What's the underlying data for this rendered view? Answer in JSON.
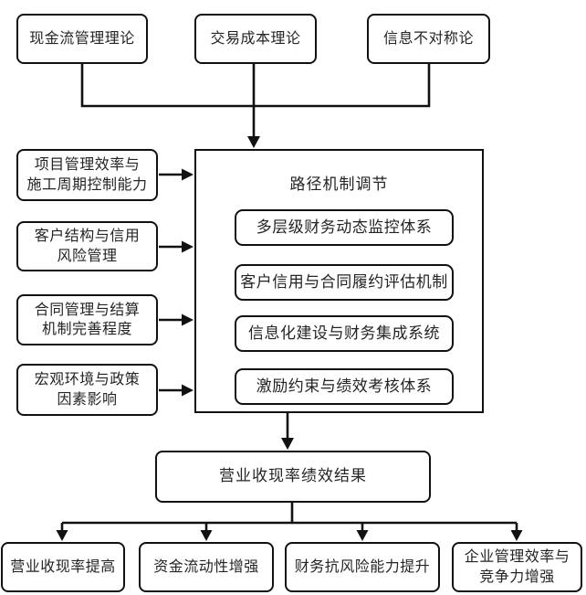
{
  "diagram": {
    "colors": {
      "line": "#111111",
      "text": "#242424",
      "background": "#ffffff"
    },
    "top_theories": [
      {
        "lines": [
          "现金流管理理论"
        ]
      },
      {
        "lines": [
          "交易成本理论"
        ]
      },
      {
        "lines": [
          "信息不对称论"
        ]
      }
    ],
    "left_factors": [
      {
        "lines": [
          "项目管理效率与",
          "施工周期控制能力"
        ]
      },
      {
        "lines": [
          "客户结构与信用",
          "风险管理"
        ]
      },
      {
        "lines": [
          "合同管理与结算",
          "机制完善程度"
        ]
      },
      {
        "lines": [
          "宏观环境与政策",
          "因素影响"
        ]
      }
    ],
    "mechanism": {
      "title": "路径机制调节",
      "items": [
        {
          "label": "多层级财务动态监控体系"
        },
        {
          "label": "客户信用与合同履约评估机制"
        },
        {
          "label": "信息化建设与财务集成系统"
        },
        {
          "label": "激励约束与绩效考核体系"
        }
      ]
    },
    "result": {
      "label": "营业收现率绩效结果"
    },
    "outcomes": [
      {
        "lines": [
          "营业收现率提高"
        ]
      },
      {
        "lines": [
          "资金流动性增强"
        ]
      },
      {
        "lines": [
          "财务抗风险能力提升"
        ]
      },
      {
        "lines": [
          "企业管理效率与",
          "竞争力增强"
        ]
      }
    ]
  }
}
